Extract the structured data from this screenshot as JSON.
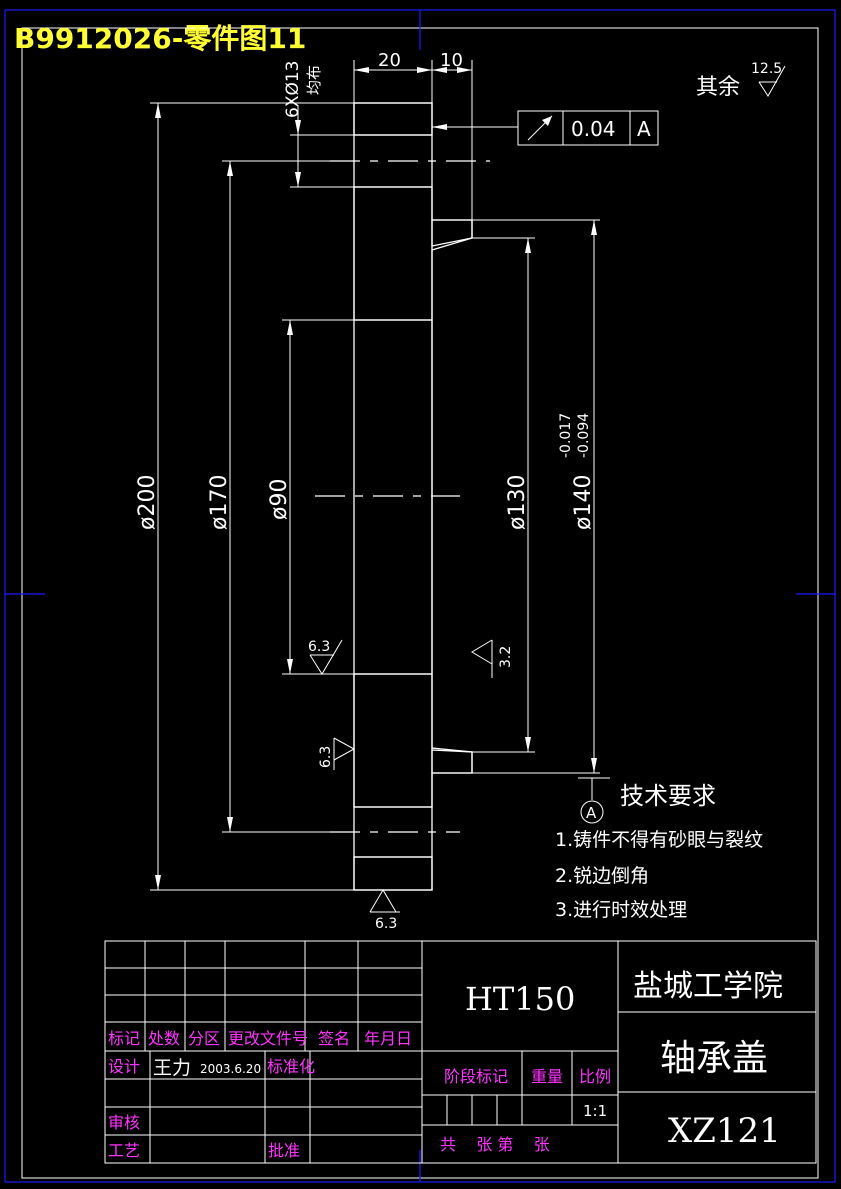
{
  "header": {
    "title": "B9912026-零件图11"
  },
  "colors": {
    "background": "#000000",
    "line": "#ffffff",
    "title": "#ffff33",
    "table_labels": "#ff33ff",
    "border": "#1a1aff"
  },
  "drawing": {
    "roughness_default": {
      "prefix": "其余",
      "value": "12.5"
    },
    "holes_label": "6XØ13",
    "holes_note": "均布",
    "dimensions": {
      "top_width_1": "20",
      "top_width_2": "10",
      "d200": "ø200",
      "d170": "ø170",
      "d90": "ø90",
      "d130": "ø130",
      "d140": "ø140",
      "tol_upper": "-0.017",
      "tol_lower": "-0.094"
    },
    "tolerance_frame": {
      "symbol": "runout-arrow-icon",
      "value": "0.04",
      "datum": "A"
    },
    "roughness_marks": [
      "6.3",
      "6.3",
      "3.2",
      "6.3"
    ],
    "datum_label": "A"
  },
  "tech_requirements": {
    "title": "技术要求",
    "items": [
      "1.铸件不得有砂眼与裂纹",
      "2.锐边倒角",
      "3.进行时效处理"
    ]
  },
  "title_block": {
    "material": "HT150",
    "school": "盐城工学院",
    "part_name": "轴承盖",
    "drawing_no": "XZ121",
    "rev_headers": [
      "标记",
      "处数",
      "分区",
      "更改文件号",
      "签名",
      "年月日"
    ],
    "design_label": "设计",
    "designer": "王力",
    "design_date": "2003.6.20",
    "standardize_label": "标准化",
    "review_label": "审核",
    "process_label": "工艺",
    "approve_label": "批准",
    "stage_label": "阶段标记",
    "weight_label": "重量",
    "scale_label": "比例",
    "scale_value": "1:1",
    "sheets_text": "共    张 第    张"
  }
}
